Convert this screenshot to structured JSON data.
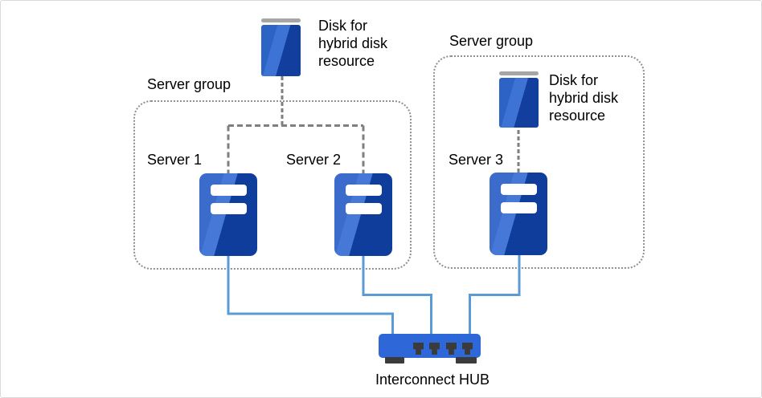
{
  "colors": {
    "canvas_border": "#D9D9D9",
    "server_light": "#3B6CCB",
    "server_sheen": "#4678D8",
    "server_dark": "#0F3D9C",
    "disk_light": "#2E63C6",
    "disk_sheen": "#3E73D6",
    "disk_dark": "#123F9E",
    "hub_blue": "#2E68D8",
    "dark_gray": "#3B3B3B",
    "cap_gray": "#A6A6A6",
    "line_blue": "#5B9BD5",
    "line_gray": "#7F7F7F",
    "dot_border": "#8F8F8F"
  },
  "groups": [
    {
      "label": "Server group"
    },
    {
      "label": "Server group"
    }
  ],
  "disks": [
    {
      "label_lines": [
        "Disk for",
        "hybrid disk",
        "resource"
      ]
    },
    {
      "label_lines": [
        "Disk for",
        "hybrid disk",
        "resource"
      ]
    }
  ],
  "servers": [
    {
      "label": "Server 1"
    },
    {
      "label": "Server 2"
    },
    {
      "label": "Server 3"
    }
  ],
  "hub": {
    "label": "Interconnect HUB"
  }
}
